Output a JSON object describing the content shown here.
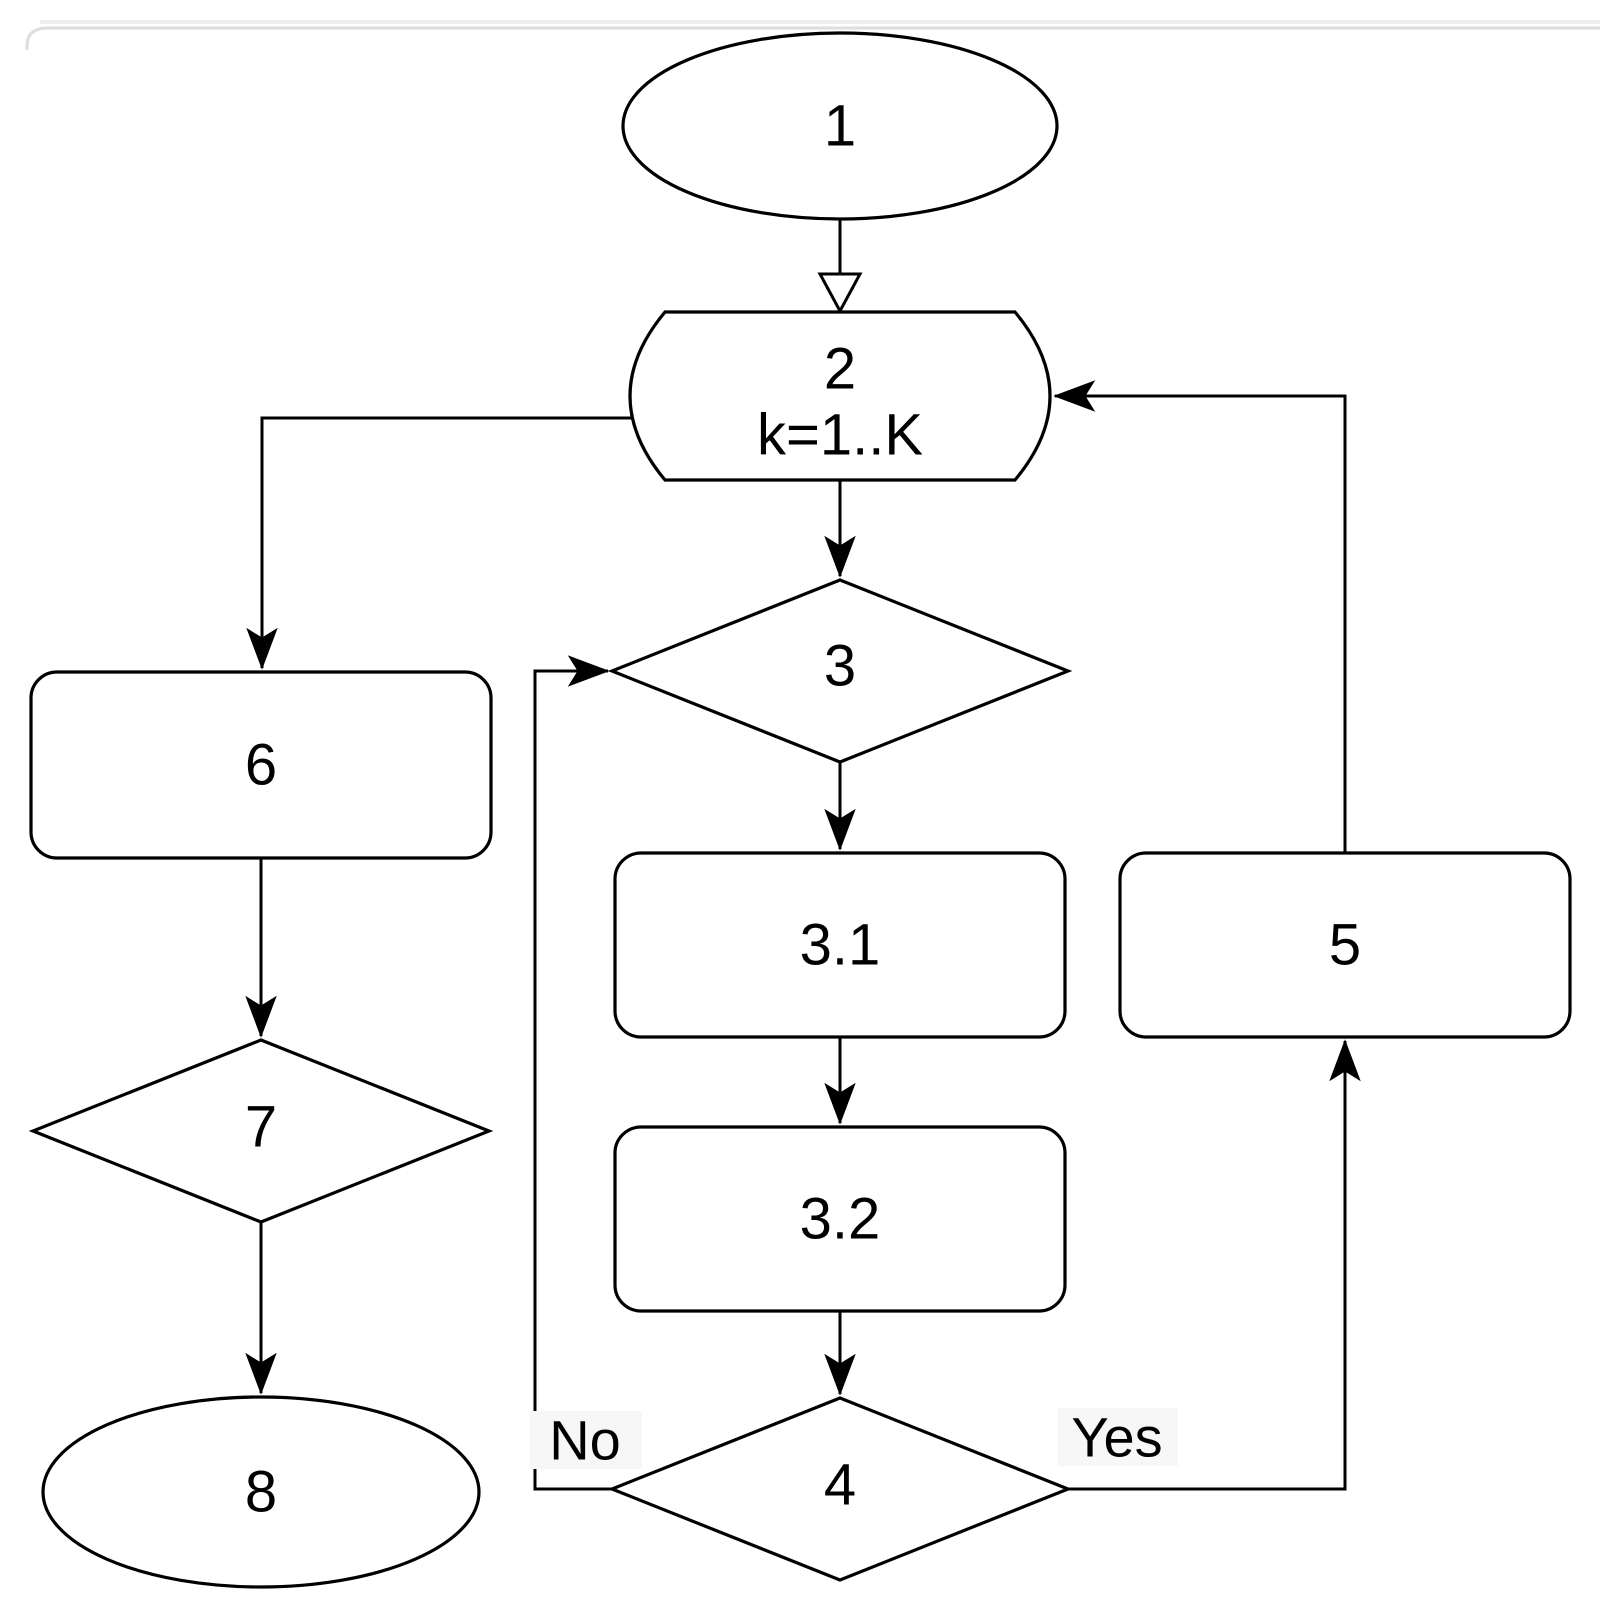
{
  "page": {
    "background_color": "#ffffff",
    "frame_border_color": "#dedede"
  },
  "diagram": {
    "type": "flowchart",
    "stroke_color": "#000000",
    "shape_fill_color": "#ffffff",
    "text_color": "#000000",
    "nodes": {
      "n1": {
        "label": "1",
        "shape": "ellipse-terminator"
      },
      "n2": {
        "label": "2",
        "sublabel": "k=1..K",
        "shape": "loop-bounded-rect"
      },
      "n3": {
        "label": "3",
        "shape": "decision-diamond"
      },
      "n31": {
        "label": "3.1",
        "shape": "process-rounded-rect"
      },
      "n32": {
        "label": "3.2",
        "shape": "process-rounded-rect"
      },
      "n4": {
        "label": "4",
        "shape": "decision-diamond"
      },
      "n5": {
        "label": "5",
        "shape": "process-rounded-rect"
      },
      "n6": {
        "label": "6",
        "shape": "process-rounded-rect"
      },
      "n7": {
        "label": "7",
        "shape": "decision-diamond"
      },
      "n8": {
        "label": "8",
        "shape": "ellipse-terminator"
      }
    },
    "edges": [
      {
        "from": "1",
        "to": "2",
        "arrow": "open"
      },
      {
        "from": "2",
        "to": "3",
        "arrow": "solid"
      },
      {
        "from": "2",
        "to": "6",
        "arrow": "solid"
      },
      {
        "from": "3",
        "to": "3.1",
        "arrow": "solid"
      },
      {
        "from": "3.1",
        "to": "3.2",
        "arrow": "solid"
      },
      {
        "from": "3.2",
        "to": "4",
        "arrow": "solid"
      },
      {
        "from": "4",
        "to": "3",
        "arrow": "solid",
        "label": "No"
      },
      {
        "from": "4",
        "to": "5",
        "arrow": "solid",
        "label": "Yes"
      },
      {
        "from": "5",
        "to": "2",
        "arrow": "solid"
      },
      {
        "from": "6",
        "to": "7",
        "arrow": "solid"
      },
      {
        "from": "7",
        "to": "8",
        "arrow": "solid"
      }
    ]
  }
}
